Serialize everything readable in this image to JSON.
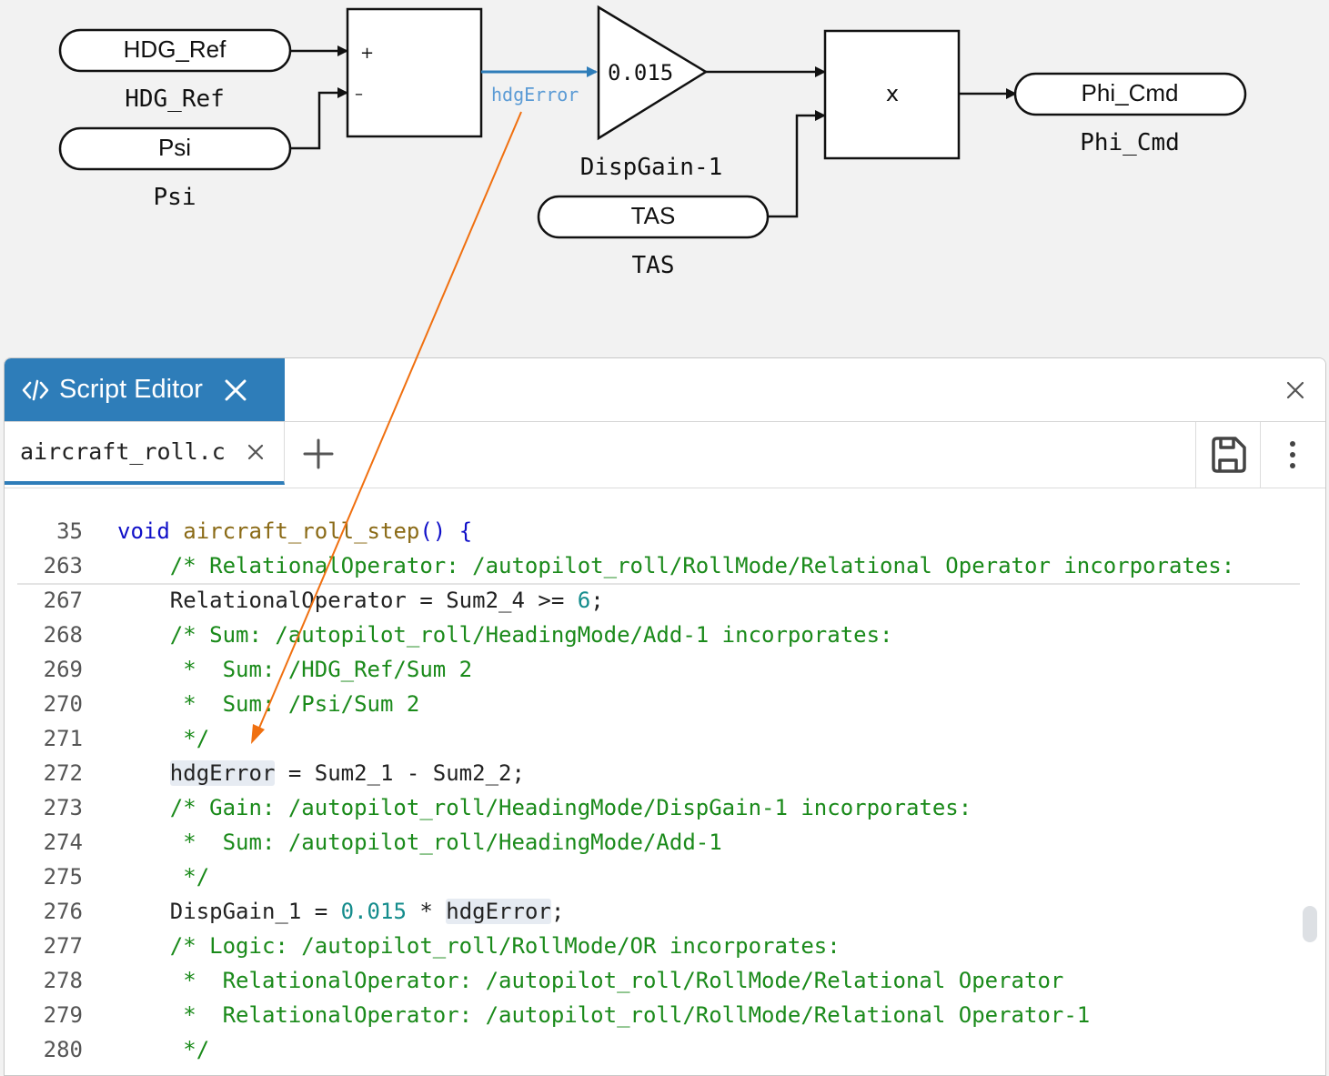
{
  "diagram": {
    "blocks": {
      "hdg_ref_in": {
        "label": "HDG_Ref",
        "caption": "HDG_Ref"
      },
      "psi_in": {
        "label": "Psi",
        "caption": "Psi"
      },
      "sum": {
        "plus": "+",
        "minus": "–"
      },
      "signal_label": "hdgError",
      "gain": {
        "value": "0.015",
        "caption": "DispGain-1"
      },
      "tas_in": {
        "label": "TAS",
        "caption": "TAS"
      },
      "product": {
        "label": "x"
      },
      "phi_cmd_out": {
        "label": "Phi_Cmd",
        "caption": "Phi_Cmd"
      }
    },
    "colors": {
      "signal_highlight": "#5b9bd5",
      "trace_arrow": "#f07010"
    }
  },
  "editor": {
    "panel_title": "Script Editor",
    "icons": {
      "panel": "code-icon",
      "close": "close-icon",
      "add": "plus-icon",
      "save": "save-icon",
      "menu": "more-vertical-icon"
    },
    "file_tab": "aircraft_roll.c",
    "accent_color": "#2e7db9",
    "sticky_lines": [
      {
        "ln": "35",
        "tokens": [
          {
            "t": "void ",
            "c": "kw"
          },
          {
            "t": "aircraft_roll_step",
            "c": "fn"
          },
          {
            "t": "() {",
            "c": "kw"
          }
        ]
      },
      {
        "ln": "263",
        "tokens": [
          {
            "t": "    /* RelationalOperator: /autopilot_roll/RollMode/Relational Operator incorporates:",
            "c": "cm"
          }
        ]
      }
    ],
    "lines": [
      {
        "ln": "267",
        "tokens": [
          {
            "t": "    RelationalOperator = Sum2_4 >= ",
            "c": "id"
          },
          {
            "t": "6",
            "c": "num"
          },
          {
            "t": ";",
            "c": "id"
          }
        ]
      },
      {
        "ln": "268",
        "tokens": [
          {
            "t": "    /* Sum: /autopilot_roll/HeadingMode/Add-1 incorporates:",
            "c": "cm"
          }
        ]
      },
      {
        "ln": "269",
        "tokens": [
          {
            "t": "     *  Sum: /HDG_Ref/Sum 2",
            "c": "cm"
          }
        ]
      },
      {
        "ln": "270",
        "tokens": [
          {
            "t": "     *  Sum: /Psi/Sum 2",
            "c": "cm"
          }
        ]
      },
      {
        "ln": "271",
        "tokens": [
          {
            "t": "     */",
            "c": "cm"
          }
        ]
      },
      {
        "ln": "272",
        "tokens": [
          {
            "t": "    ",
            "c": "id"
          },
          {
            "t": "hdgError",
            "c": "id",
            "hl": true
          },
          {
            "t": " = Sum2_1 - Sum2_2;",
            "c": "id"
          }
        ]
      },
      {
        "ln": "273",
        "tokens": [
          {
            "t": "    /* Gain: /autopilot_roll/HeadingMode/DispGain-1 incorporates:",
            "c": "cm"
          }
        ]
      },
      {
        "ln": "274",
        "tokens": [
          {
            "t": "     *  Sum: /autopilot_roll/HeadingMode/Add-1",
            "c": "cm"
          }
        ]
      },
      {
        "ln": "275",
        "tokens": [
          {
            "t": "     */",
            "c": "cm"
          }
        ]
      },
      {
        "ln": "276",
        "tokens": [
          {
            "t": "    DispGain_1 = ",
            "c": "id"
          },
          {
            "t": "0.015",
            "c": "num"
          },
          {
            "t": " * ",
            "c": "id"
          },
          {
            "t": "hdgError",
            "c": "id",
            "hl": true
          },
          {
            "t": ";",
            "c": "id"
          }
        ]
      },
      {
        "ln": "277",
        "tokens": [
          {
            "t": "    /* Logic: /autopilot_roll/RollMode/OR incorporates:",
            "c": "cm"
          }
        ]
      },
      {
        "ln": "278",
        "tokens": [
          {
            "t": "     *  RelationalOperator: /autopilot_roll/RollMode/Relational Operator",
            "c": "cm"
          }
        ]
      },
      {
        "ln": "279",
        "tokens": [
          {
            "t": "     *  RelationalOperator: /autopilot_roll/RollMode/Relational Operator-1",
            "c": "cm"
          }
        ]
      },
      {
        "ln": "280",
        "tokens": [
          {
            "t": "     */",
            "c": "cm"
          }
        ]
      }
    ]
  }
}
